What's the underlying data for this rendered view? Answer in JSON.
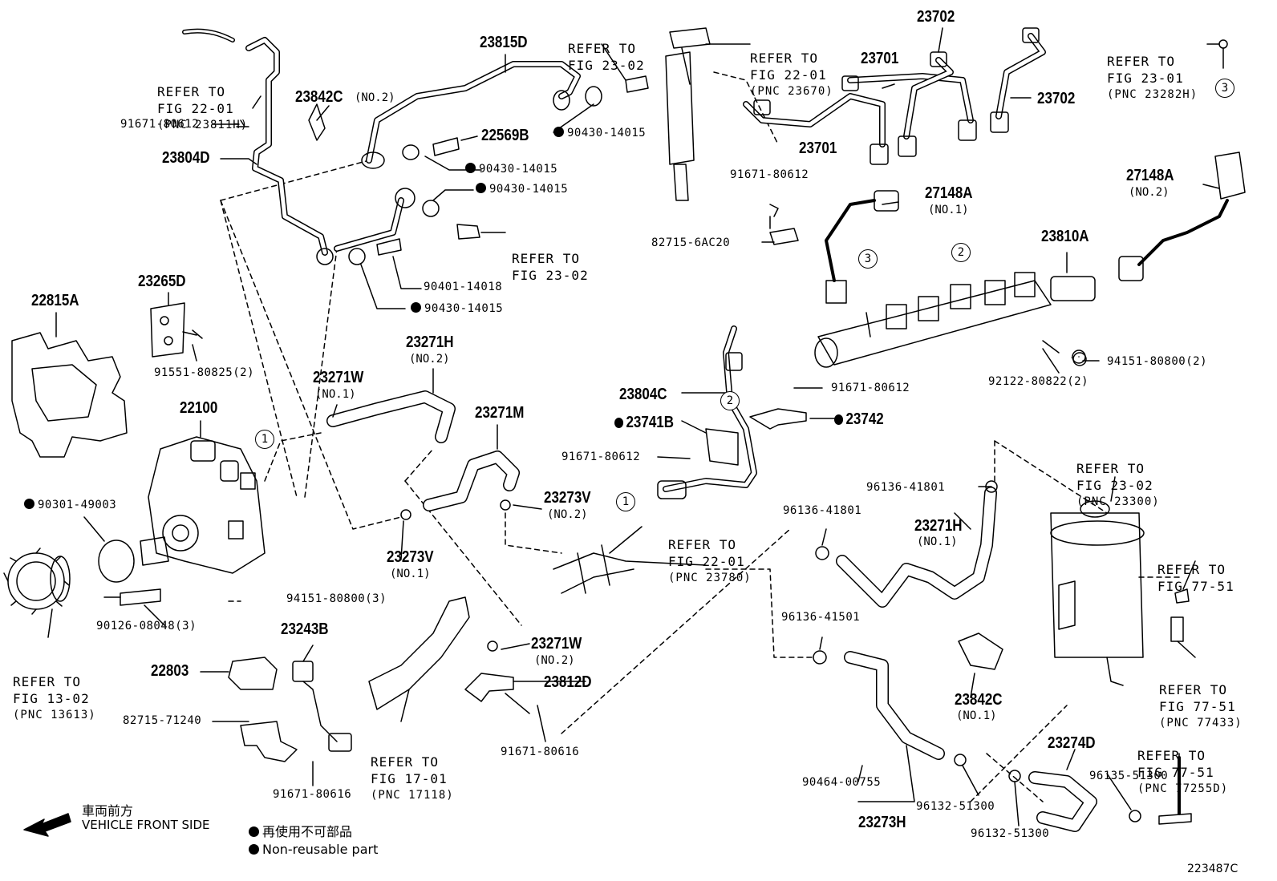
{
  "diagram_id": "223487C",
  "legend": {
    "front_jp": "車両前方",
    "front_en": "VEHICLE FRONT SIDE",
    "nonreuse_jp": "再使用不可部品",
    "nonreuse_en": "Non-reusable part"
  },
  "parts": [
    {
      "id": "p23815D",
      "label": "23815D"
    },
    {
      "id": "p23842C_2",
      "label": "23842C",
      "sub": "(NO.2)"
    },
    {
      "id": "p23804D",
      "label": "23804D"
    },
    {
      "id": "p22569B",
      "label": "22569B"
    },
    {
      "id": "p23701a",
      "label": "23701"
    },
    {
      "id": "p23701b",
      "label": "23701"
    },
    {
      "id": "p23702a",
      "label": "23702"
    },
    {
      "id": "p23702b",
      "label": "23702"
    },
    {
      "id": "p22815A",
      "label": "22815A"
    },
    {
      "id": "p23265D",
      "label": "23265D"
    },
    {
      "id": "p22100",
      "label": "22100"
    },
    {
      "id": "p23271W_1",
      "label": "23271W",
      "sub": "(NO.1)"
    },
    {
      "id": "p23271H_2",
      "label": "23271H",
      "sub": "(NO.2)"
    },
    {
      "id": "p23271M",
      "label": "23271M"
    },
    {
      "id": "p23273V_2",
      "label": "23273V",
      "sub": "(NO.2)"
    },
    {
      "id": "p23273V_1",
      "label": "23273V",
      "sub": "(NO.1)"
    },
    {
      "id": "p27148A_1",
      "label": "27148A",
      "sub": "(NO.1)"
    },
    {
      "id": "p27148A_2",
      "label": "27148A",
      "sub": "(NO.2)"
    },
    {
      "id": "p23810A",
      "label": "23810A"
    },
    {
      "id": "p23804C",
      "label": "23804C"
    },
    {
      "id": "p23741B",
      "label": "23741B",
      "dot": true
    },
    {
      "id": "p23742",
      "label": "23742",
      "dot": true
    },
    {
      "id": "p23271H_1",
      "label": "23271H",
      "sub": "(NO.1)"
    },
    {
      "id": "p23243B",
      "label": "23243B"
    },
    {
      "id": "p22803",
      "label": "22803"
    },
    {
      "id": "p23271W_2",
      "label": "23271W",
      "sub": "(NO.2)"
    },
    {
      "id": "p23812D",
      "label": "23812D"
    },
    {
      "id": "p23842C_1",
      "label": "23842C",
      "sub": "(NO.1)"
    },
    {
      "id": "p23273H",
      "label": "23273H"
    },
    {
      "id": "p23274D",
      "label": "23274D"
    }
  ],
  "part_numbers": [
    {
      "id": "n91671_80612a",
      "label": "91671-80612"
    },
    {
      "id": "n90430_14015a",
      "label": "90430-14015",
      "dot": true
    },
    {
      "id": "n90430_14015b",
      "label": "90430-14015",
      "dot": true
    },
    {
      "id": "n90430_14015c",
      "label": "90430-14015",
      "dot": true
    },
    {
      "id": "n90430_14015d",
      "label": "90430-14015",
      "dot": true
    },
    {
      "id": "n90401_14018",
      "label": "90401-14018"
    },
    {
      "id": "n91551_80825",
      "label": "91551-80825(2)"
    },
    {
      "id": "n90301_49003",
      "label": "90301-49003",
      "dot": true
    },
    {
      "id": "n94151_80800_3",
      "label": "94151-80800(3)"
    },
    {
      "id": "n90126_08048",
      "label": "90126-08048(3)"
    },
    {
      "id": "n91671_80612b",
      "label": "91671-80612"
    },
    {
      "id": "n82715_6AC20",
      "label": "82715-6AC20"
    },
    {
      "id": "n94151_80800_2",
      "label": "94151-80800(2)"
    },
    {
      "id": "n92122_80822",
      "label": "92122-80822(2)"
    },
    {
      "id": "n91671_80612c",
      "label": "91671-80612"
    },
    {
      "id": "n91671_80612d",
      "label": "91671-80612"
    },
    {
      "id": "n96136_41801a",
      "label": "96136-41801"
    },
    {
      "id": "n96136_41801b",
      "label": "96136-41801"
    },
    {
      "id": "n96136_41501",
      "label": "96136-41501"
    },
    {
      "id": "n82715_71240",
      "label": "82715-71240"
    },
    {
      "id": "n91671_80616a",
      "label": "91671-80616"
    },
    {
      "id": "n91671_80616b",
      "label": "91671-80616"
    },
    {
      "id": "n90464_00755",
      "label": "90464-00755"
    },
    {
      "id": "n96132_51300a",
      "label": "96132-51300"
    },
    {
      "id": "n96132_51300b",
      "label": "96132-51300"
    },
    {
      "id": "n96135_51300",
      "label": "96135-51300"
    }
  ],
  "references": [
    {
      "id": "r1",
      "lines": [
        "REFER TO",
        "FIG 22-01"
      ],
      "pnc": "(PNC 23811H)"
    },
    {
      "id": "r2",
      "lines": [
        "REFER TO",
        "FIG 23-02"
      ],
      "pnc": ""
    },
    {
      "id": "r3",
      "lines": [
        "REFER TO",
        "FIG 22-01"
      ],
      "pnc": "(PNC 23670)"
    },
    {
      "id": "r4",
      "lines": [
        "REFER TO",
        "FIG 23-01"
      ],
      "pnc": "(PNC 23282H)"
    },
    {
      "id": "r5",
      "lines": [
        "REFER TO",
        "FIG 23-02"
      ],
      "pnc": ""
    },
    {
      "id": "r6",
      "lines": [
        "REFER TO",
        "FIG 13-02"
      ],
      "pnc": "(PNC 13613)"
    },
    {
      "id": "r7",
      "lines": [
        "REFER TO",
        "FIG 22-01"
      ],
      "pnc": "(PNC 23780)"
    },
    {
      "id": "r8",
      "lines": [
        "REFER TO",
        "FIG 23-02"
      ],
      "pnc": "(PNC 23300)"
    },
    {
      "id": "r9",
      "lines": [
        "REFER TO",
        "FIG 77-51"
      ],
      "pnc": ""
    },
    {
      "id": "r10",
      "lines": [
        "REFER TO",
        "FIG 77-51"
      ],
      "pnc": "(PNC 77433)"
    },
    {
      "id": "r11",
      "lines": [
        "REFER TO",
        "FIG 17-01"
      ],
      "pnc": "(PNC 17118)"
    },
    {
      "id": "r12",
      "lines": [
        "REFER TO",
        "FIG 77-51"
      ],
      "pnc": "(PNC 77255D)"
    }
  ],
  "circle_markers": [
    "1",
    "1",
    "2",
    "2",
    "3",
    "3"
  ]
}
